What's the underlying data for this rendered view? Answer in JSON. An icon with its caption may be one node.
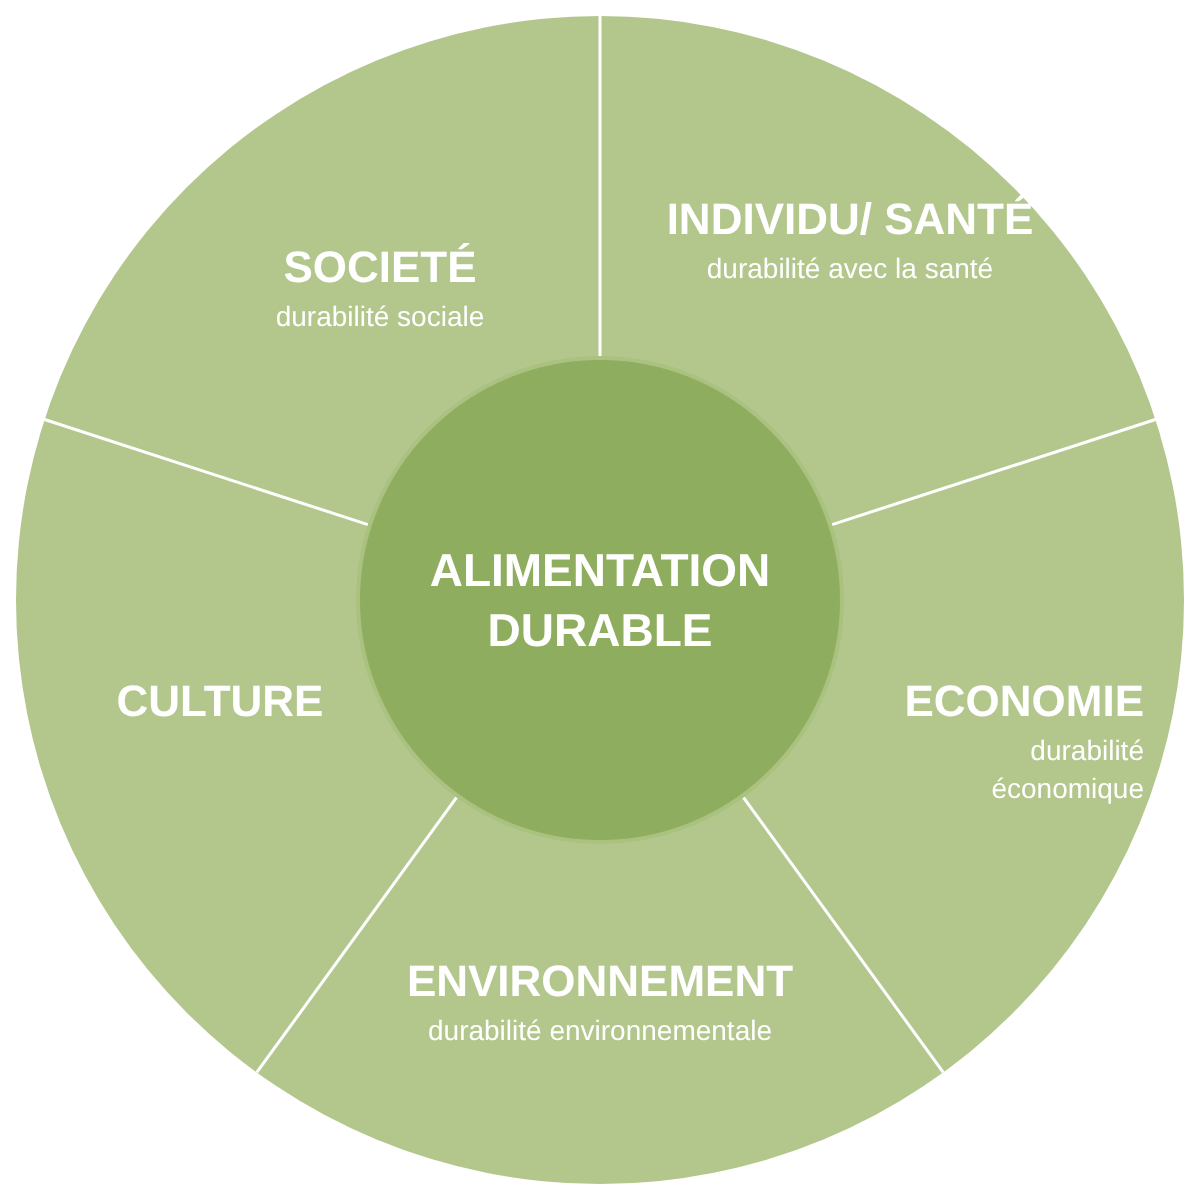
{
  "diagram": {
    "nodes": [
      {
        "text": [
          "ALIMENTATION DURABLE"
        ]
      },
      {
        "text": [
          "SOCIETÉ",
          "durabilité sociale"
        ]
      },
      {
        "text": [
          "INDIVIDU/ SANTÉ",
          "durabilité avec la santé"
        ]
      },
      {
        "text": [
          "ECONOMIE",
          "durabilité économique"
        ]
      },
      {
        "text": [
          "ENVIRONNEMENT",
          "durabilité environnementale"
        ]
      },
      {
        "text": [
          "CULTURE"
        ]
      }
    ],
    "edges": []
  }
}
